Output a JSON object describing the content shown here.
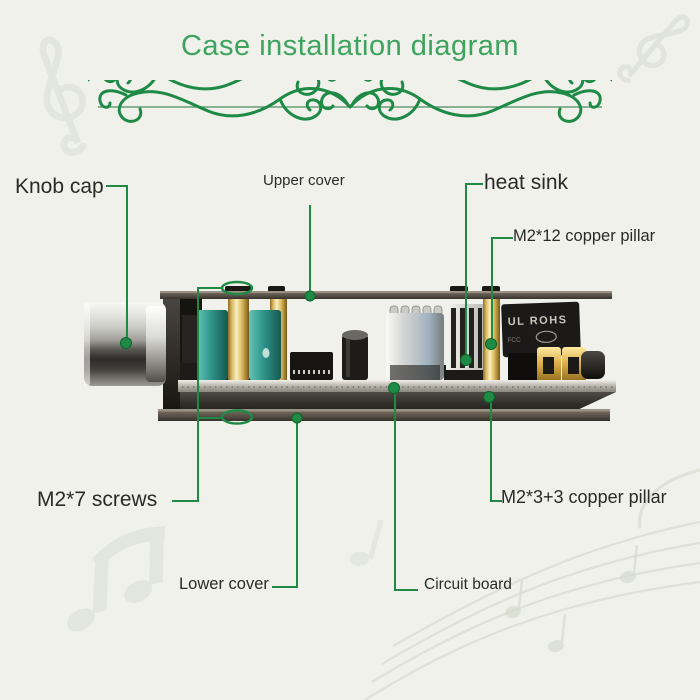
{
  "title": "Case installation diagram",
  "labels": {
    "knob_cap": "Knob cap",
    "upper_cover": "Upper cover",
    "heat_sink": "heat sink",
    "m2_12_copper_pillar": "M2*12 copper pillar",
    "m2_7_screws": "M2*7 screws",
    "lower_cover": "Lower cover",
    "circuit_board": "Circuit board",
    "m2_3_3_copper_pillar": "M2*3+3 copper pillar"
  },
  "device_markings": {
    "cert_line1": "UL ROHS",
    "cert_line2": "FCC"
  },
  "colors": {
    "accent_green": "#1f8a45",
    "title_green": "#3da35e",
    "background": "#eff1ea",
    "label_text": "#2b2a28",
    "teal_capacitor": "#2f948a",
    "brass": "#d9b95e",
    "cover_gray": "#6b6257"
  },
  "decorations": [
    "flourish-divider",
    "treble-clef-watermark-top-left",
    "treble-clef-watermark-top-right",
    "beamed-note-watermark-bottom-left",
    "staff-lines-watermark-bottom-right"
  ]
}
